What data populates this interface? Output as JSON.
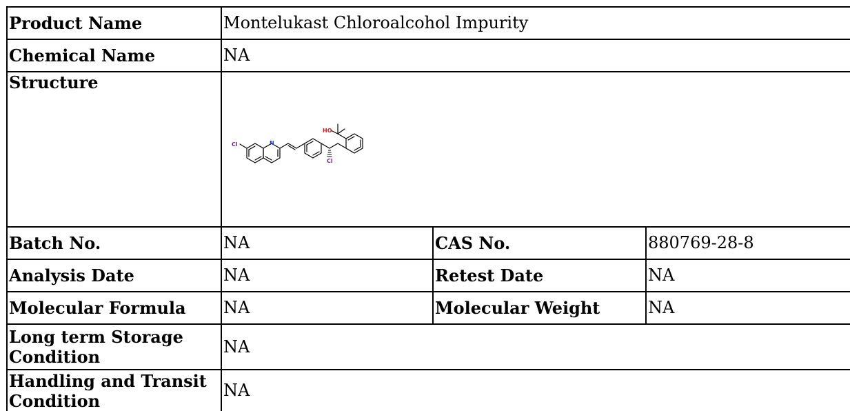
{
  "rows": {
    "product_name": {
      "label": "Product Name",
      "value": "Montelukast Chloroalcohol Impurity"
    },
    "chemical_name": {
      "label": "Chemical Name",
      "value": "NA"
    },
    "structure": {
      "label": "Structure",
      "atom_labels": {
        "cl_left": "Cl",
        "n": "N",
        "ho": "HO",
        "cl_bottom": "Cl"
      }
    },
    "batch_no": {
      "label": "Batch No.",
      "value": "NA"
    },
    "cas_no": {
      "label": "CAS No.",
      "value": "880769-28-8"
    },
    "analysis_date": {
      "label": "Analysis Date",
      "value": "NA"
    },
    "retest_date": {
      "label": "Retest Date",
      "value": "NA"
    },
    "molecular_formula": {
      "label": "Molecular Formula",
      "value": "NA"
    },
    "molecular_weight": {
      "label": "Molecular Weight",
      "value": "NA"
    },
    "storage": {
      "label": "Long term Storage Condition",
      "value": "NA"
    },
    "handling": {
      "label": "Handling and Transit Condition",
      "value": "NA"
    }
  },
  "colors": {
    "border": "#000000",
    "chlorine": "#7a1f8e",
    "nitrogen": "#1f3fd0",
    "oxygen": "#d01f1f"
  }
}
